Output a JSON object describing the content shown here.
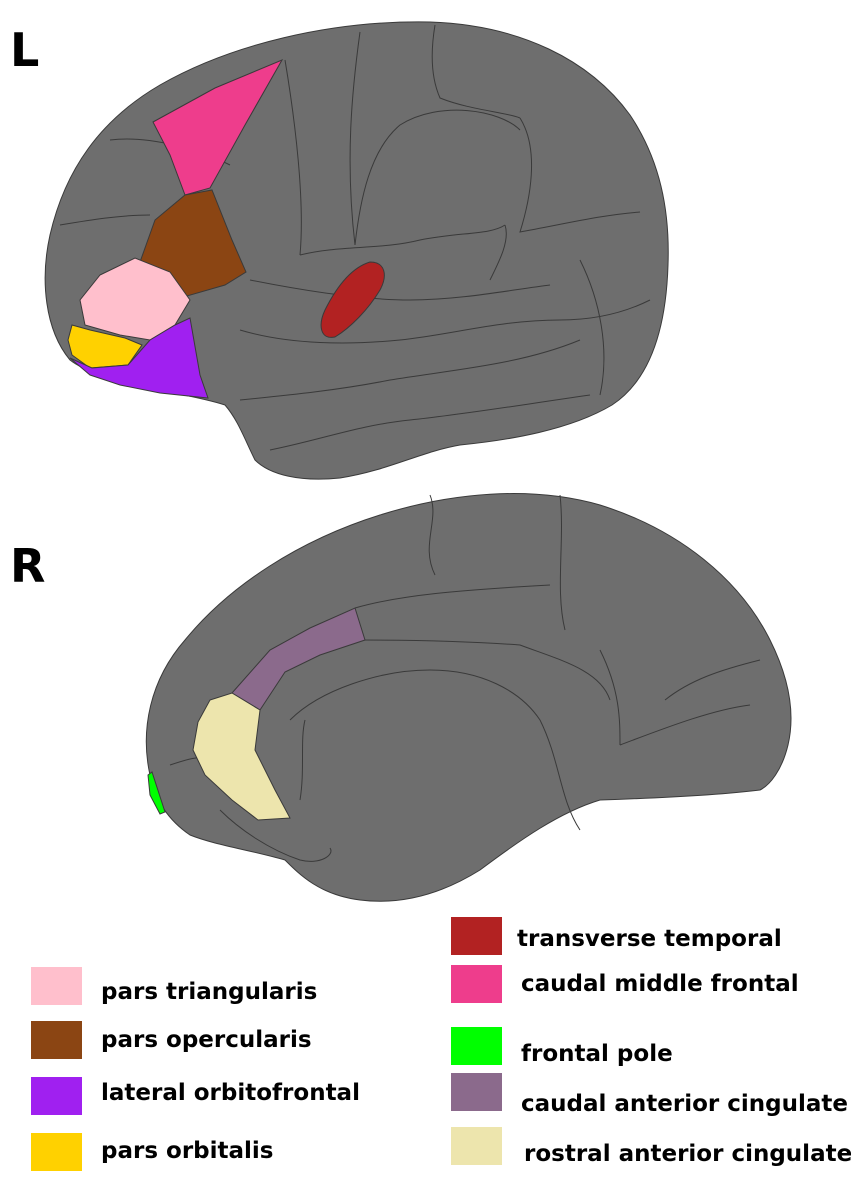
{
  "hemispheres": {
    "left_label": "L",
    "right_label": "R"
  },
  "colors": {
    "cortex": "#6e6e6e",
    "sulcus_line": "#3a3a3a"
  },
  "regions": {
    "pars_triangularis": {
      "name": "pars triangularis",
      "color": "#ffbfcc"
    },
    "pars_opercularis": {
      "name": "pars opercularis",
      "color": "#8b4513"
    },
    "lateral_orbitofrontal": {
      "name": "lateral orbitofrontal",
      "color": "#a020f0"
    },
    "pars_orbitalis": {
      "name": "pars orbitalis",
      "color": "#ffd100"
    },
    "transverse_temporal": {
      "name": "transverse temporal",
      "color": "#b22222"
    },
    "caudal_middle_frontal": {
      "name": "caudal middle frontal",
      "color": "#ee3d8c"
    },
    "frontal_pole": {
      "name": "frontal pole",
      "color": "#00ff00"
    },
    "caudal_anterior_cingulate": {
      "name": "caudal anterior cingulate",
      "color": "#8b6a8c"
    },
    "rostral_anterior_cingulate": {
      "name": "rostral anterior cingulate",
      "color": "#ede5ad"
    }
  },
  "legend": {
    "left_column": [
      "pars_triangularis",
      "pars_opercularis",
      "lateral_orbitofrontal",
      "pars_orbitalis"
    ],
    "right_column": [
      "transverse_temporal",
      "caudal_middle_frontal",
      "frontal_pole",
      "caudal_anterior_cingulate",
      "rostral_anterior_cingulate"
    ]
  }
}
